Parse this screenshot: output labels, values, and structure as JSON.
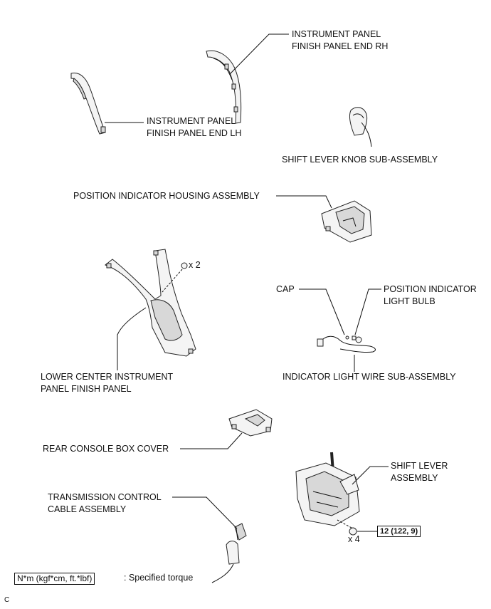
{
  "labels": {
    "ip_end_rh": [
      "INSTRUMENT PANEL",
      "FINISH PANEL END RH"
    ],
    "ip_end_lh": [
      "INSTRUMENT PANEL",
      "FINISH PANEL END LH"
    ],
    "shift_knob": "SHIFT LEVER KNOB SUB-ASSEMBLY",
    "pos_housing": "POSITION INDICATOR HOUSING ASSEMBLY",
    "x2": "x 2",
    "cap": "CAP",
    "pos_bulb": [
      "POSITION INDICATOR",
      "LIGHT BULB"
    ],
    "lower_center": [
      "LOWER CENTER INSTRUMENT",
      "PANEL FINISH PANEL"
    ],
    "wire_sub": "INDICATOR LIGHT WIRE SUB-ASSEMBLY",
    "rear_console": "REAR CONSOLE BOX COVER",
    "shift_lever": [
      "SHIFT LEVER",
      "ASSEMBLY"
    ],
    "tmc_cable": [
      "TRANSMISSION CONTROL",
      "CABLE ASSEMBLY"
    ],
    "torque_value": "12 (122, 9)",
    "x4": "x 4",
    "legend_box": "N*m (kgf*cm, ft.*lbf)",
    "legend_text": ": Specified torque",
    "corner": "C"
  }
}
